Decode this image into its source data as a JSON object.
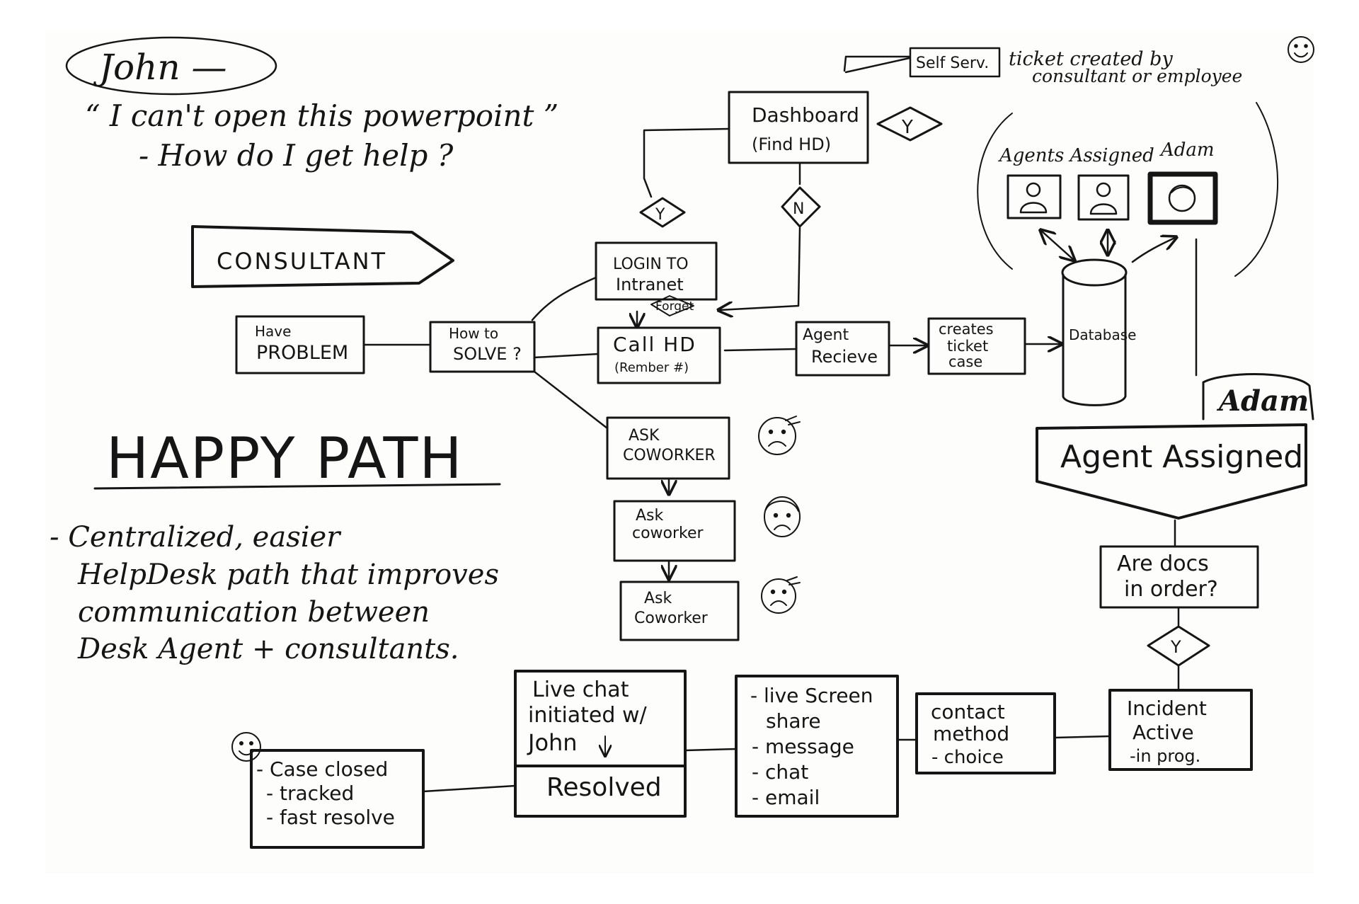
{
  "header": {
    "persona_name": "John —",
    "quote": "“ I can't open this powerpoint ”",
    "question": "- How do I get help ?"
  },
  "consultant_label": "CONSULTANT",
  "happy_path": {
    "title": "HAPPY PATH",
    "summary": [
      "- Centralized, easier",
      "HelpDesk path that improves",
      "communication between",
      "Desk Agent + consultants."
    ]
  },
  "flow": {
    "have_problem": [
      "Have",
      "PROBLEM"
    ],
    "how_to_solve": [
      "How to",
      "SOLVE ?"
    ],
    "login_intranet": [
      "LOGIN TO",
      "Intranet"
    ],
    "forget": "Forget",
    "call_hd": [
      "Call HD",
      "(Rember #)"
    ],
    "dashboard": [
      "Dashboard",
      "(Find HD)"
    ],
    "yes": "Y",
    "no": "N",
    "self_serv": "Self Serv.",
    "ticket_note": [
      "ticket created by",
      "consultant or employee"
    ],
    "ask_coworker_1": [
      "ASK",
      "COWORKER"
    ],
    "ask_coworker_2": [
      "Ask",
      "coworker"
    ],
    "ask_coworker_3": [
      "Ask",
      "Coworker"
    ],
    "agent_recieve": [
      "Agent",
      "Recieve"
    ],
    "creates_ticket": [
      "creates",
      "ticket",
      "case"
    ],
    "database": "Database",
    "agents_assigned": "Agents Assigned",
    "adam_small": "Adam",
    "adam_big": "Adam",
    "agent_assigned": "Agent Assigned",
    "docs_in_order": [
      "Are docs",
      "in order?"
    ],
    "incident_active": [
      "Incident",
      "Active",
      "-in prog."
    ],
    "contact_method": [
      "contact",
      "method",
      "- choice"
    ],
    "channels": [
      "- live Screen",
      "share",
      "- message",
      "- chat",
      "- email"
    ],
    "live_chat": [
      "Live chat",
      "initiated w/",
      "John"
    ],
    "resolved": "Resolved",
    "case_closed": [
      "- Case closed",
      "- tracked",
      "- fast resolve"
    ]
  }
}
